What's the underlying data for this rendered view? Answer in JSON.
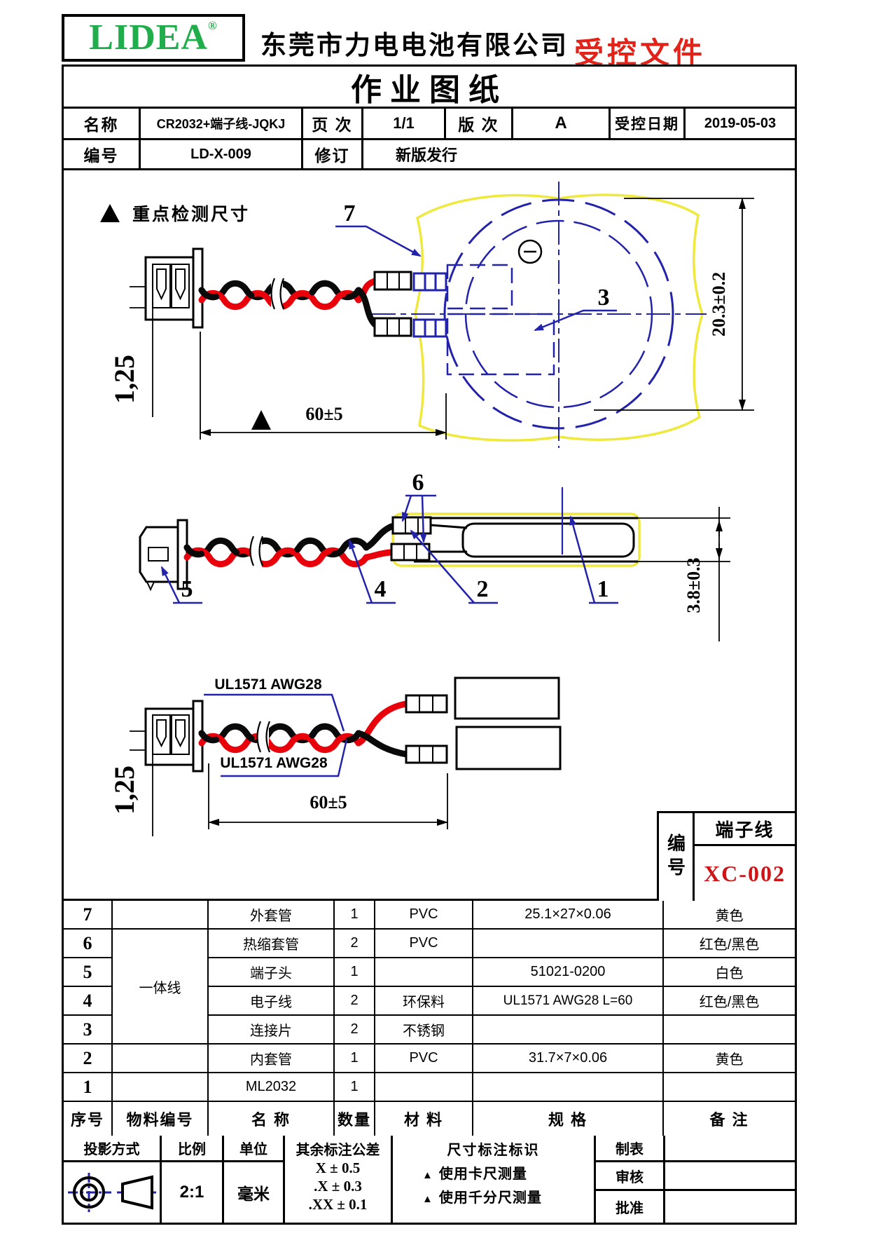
{
  "header": {
    "logo": "LIDEA",
    "registered": "®",
    "company": "东莞市力电电池有限公司",
    "stamp": "受控文件"
  },
  "sheet_title": "作业图纸",
  "info": {
    "name_label": "名称",
    "name_value": "CR2032+端子线-JQKJ",
    "page_label": "页 次",
    "page_value": "1/1",
    "rev_label": "版 次",
    "rev_value": "A",
    "date_label": "受控日期",
    "date_value": "2019-05-03",
    "code_label": "编号",
    "code_value": "LD-X-009",
    "revision_label": "修订",
    "revision_value": "新版发行"
  },
  "drawing": {
    "legend_text": "重点检测尺寸",
    "b7": "7",
    "b6": "6",
    "b5": "5",
    "b4": "4",
    "b3": "3",
    "b2": "2",
    "b1": "1",
    "dim_pitch": "1,25",
    "dim_length": "60±5",
    "dim_height": "20.3±0.2",
    "dim_thickness": "3.8±0.3",
    "wire_spec": "UL1571 AWG28"
  },
  "code_block": {
    "label": "编号",
    "title": "端子线",
    "value": "XC-002"
  },
  "bom": {
    "headers": [
      "序号",
      "物料编号",
      "名  称",
      "数量",
      "材 料",
      "规  格",
      "备  注"
    ],
    "merged_material": "一体线",
    "rows": [
      {
        "no": "7",
        "name": "外套管",
        "qty": "1",
        "material": "PVC",
        "spec": "25.1×27×0.06",
        "note": "黄色"
      },
      {
        "no": "6",
        "name": "热缩套管",
        "qty": "2",
        "material": "PVC",
        "spec": "",
        "note": "红色/黑色"
      },
      {
        "no": "5",
        "name": "端子头",
        "qty": "1",
        "material": "",
        "spec": "51021-0200",
        "note": "白色"
      },
      {
        "no": "4",
        "name": "电子线",
        "qty": "2",
        "material": "环保料",
        "spec": "UL1571 AWG28 L=60",
        "note": "红色/黑色"
      },
      {
        "no": "3",
        "name": "连接片",
        "qty": "2",
        "material": "不锈钢",
        "spec": "",
        "note": ""
      },
      {
        "no": "2",
        "name": "内套管",
        "qty": "1",
        "material": "PVC",
        "spec": "31.7×7×0.06",
        "note": "黄色"
      },
      {
        "no": "1",
        "name": "ML2032",
        "qty": "1",
        "material": "",
        "spec": "",
        "note": ""
      }
    ]
  },
  "footer": {
    "projection_label": "投影方式",
    "scale_label": "比例",
    "scale_value": "2:1",
    "unit_label": "单位",
    "unit_value": "毫米",
    "tolerance_label": "其余标注公差",
    "tolerances": [
      "X ± 0.5",
      ".X ± 0.3",
      ".XX ± 0.1"
    ],
    "dim_id_label": "尺寸标注标识",
    "marker": "▲",
    "dim_id_items": [
      "使用卡尺测量",
      "使用千分尺测量"
    ],
    "sign_labels": [
      "制表",
      "审核",
      "批准"
    ]
  },
  "colors": {
    "brand_green": "#1fae4b",
    "stamp_red": "#e2231a",
    "code_red": "#cf1418",
    "drawing_blue": "#2222aa",
    "sleeve_yellow": "#efe93e",
    "wire_red": "#e8000b"
  }
}
